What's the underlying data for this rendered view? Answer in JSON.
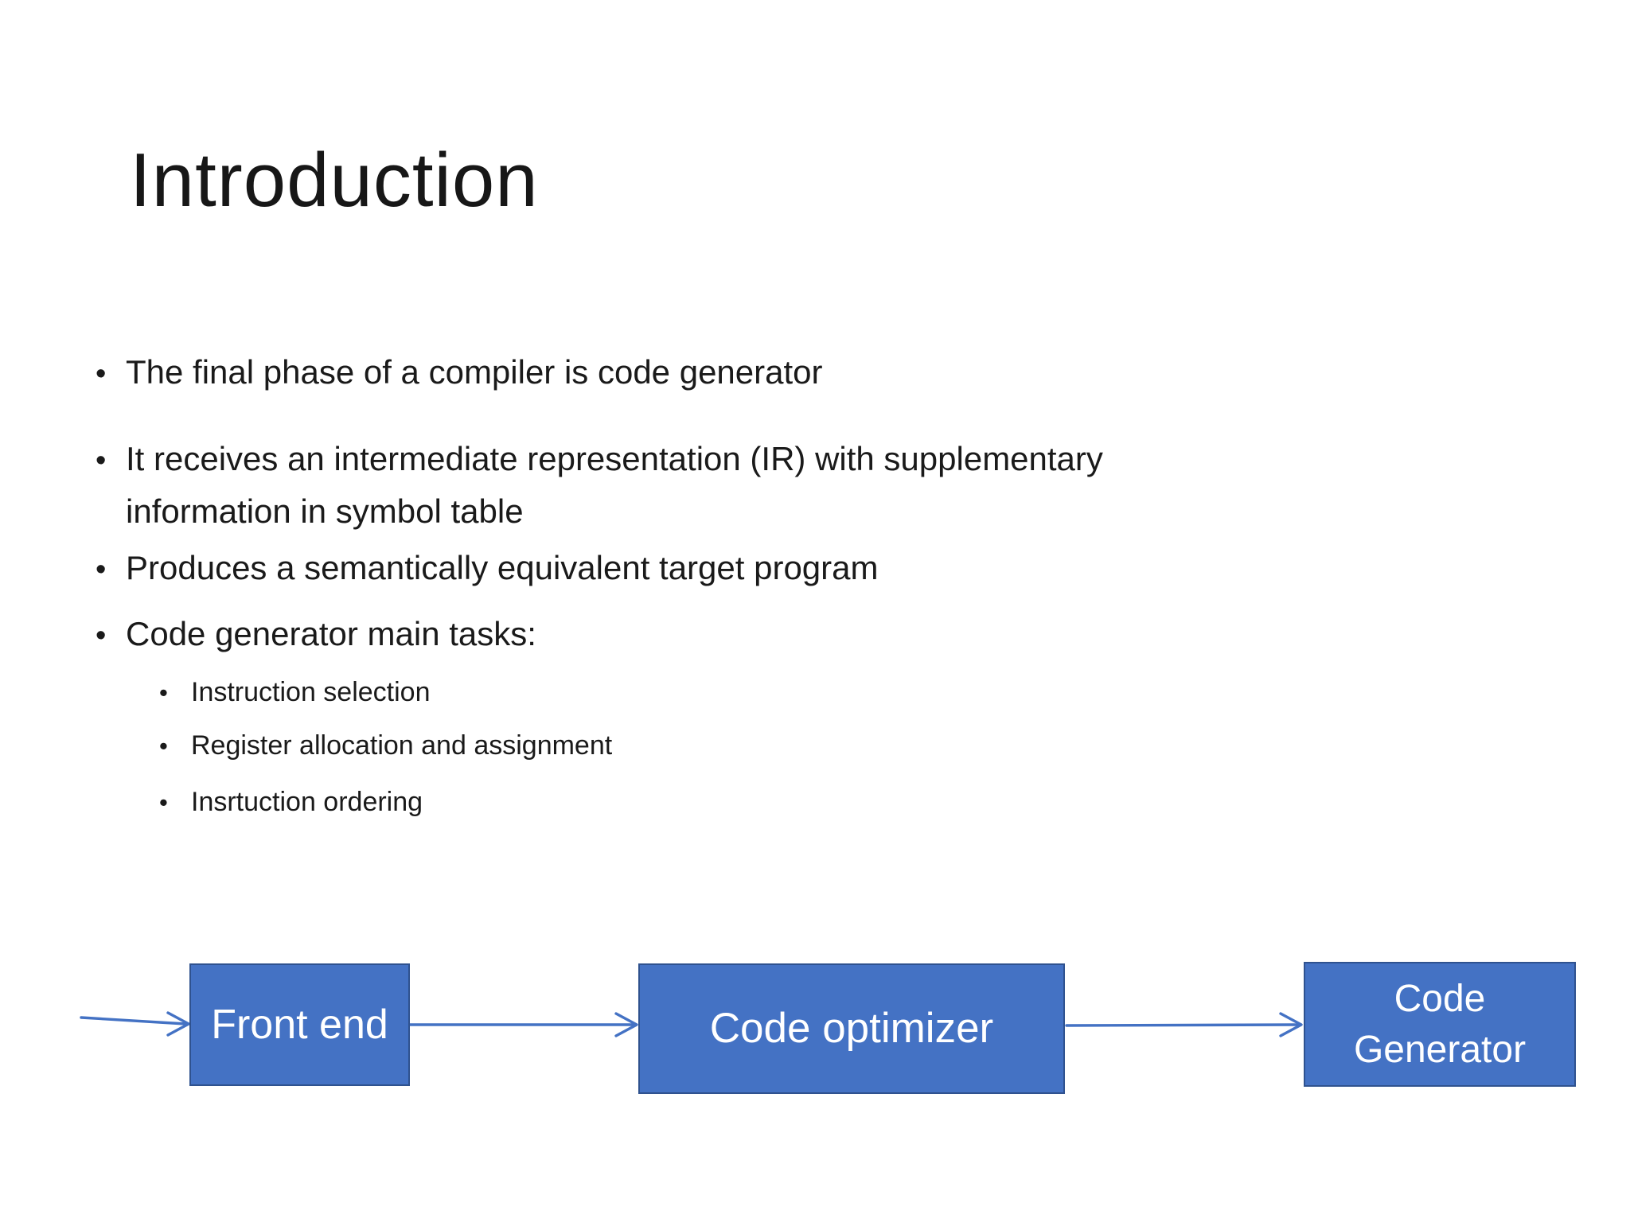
{
  "slide": {
    "title": "Introduction",
    "bullet_glyph": "•",
    "bullets": [
      {
        "level": 1,
        "lines": [
          "The final phase of a compiler is code generator"
        ]
      },
      {
        "level": 1,
        "lines": [
          "It receives an intermediate representation (IR) with supplementary",
          "information in symbol table"
        ]
      },
      {
        "level": 1,
        "lines": [
          "Produces a semantically equivalent target program"
        ]
      },
      {
        "level": 1,
        "lines": [
          "Code generator main tasks:"
        ]
      },
      {
        "level": 2,
        "lines": [
          "Instruction selection"
        ]
      },
      {
        "level": 2,
        "lines": [
          "Register allocation and assignment"
        ]
      },
      {
        "level": 2,
        "lines": [
          "Insrtuction ordering"
        ]
      }
    ],
    "colors": {
      "background": "#FFFFFF",
      "text": "#1A1A1A",
      "box_fill": "#4472C4",
      "box_border": "#2F528F",
      "box_label": "#FFFFFF",
      "arrow": "#4472C4"
    },
    "diagram": {
      "boxes": [
        {
          "id": "front-end",
          "label_lines": [
            "Front end"
          ]
        },
        {
          "id": "code-optimizer",
          "label_lines": [
            "Code optimizer"
          ]
        },
        {
          "id": "code-generator",
          "label_lines": [
            "Code",
            "Generator"
          ]
        }
      ]
    }
  }
}
